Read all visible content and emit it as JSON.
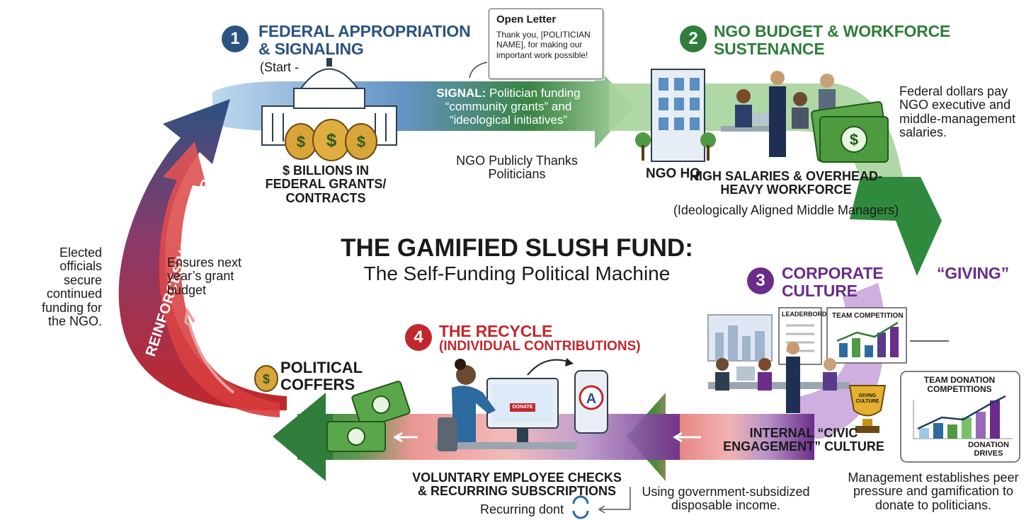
{
  "title": {
    "main": "THE GAMIFIED SLUSH FUND:",
    "sub": "The Self-Funding Political Machine"
  },
  "step1": {
    "num": "1",
    "heading": "FEDERAL APPROPRIATION & SIGNALING",
    "note": "(Start -",
    "caption": "$ BILLIONS IN FEDERAL GRANTS/ CONTRACTS"
  },
  "signal": {
    "label": "SIGNAL:",
    "text": "Politician funding “community grants” and “ideological initiatives”",
    "thanks": "NGO Publicly Thanks Politicians"
  },
  "letter": {
    "title": "Open Letter",
    "body": "Thank you, [POLITICIAN NAME], for making our important work possible!"
  },
  "step2": {
    "num": "2",
    "heading": "NGO BUDGET & WORKFORCE SUSTENANCE",
    "hq": "NGO HQ",
    "caption": "HIGH SALARIES & OVERHEAD-HEAVY WORKFORCE",
    "sub": "(Ideologically Aligned Middle Managers)",
    "side": "Federal dollars pay NGO executive and middle-management salaries."
  },
  "step3": {
    "num": "3",
    "heading": "CORPORATE CULTURE",
    "giving": "“GIVING”",
    "leaderboard": "LEADERBORD",
    "team_comp": "TEAM COMPETITION",
    "trophy": "GIVING CULTURE",
    "culture": "INTERNAL “CIVIC ENGAGEMENT” CULTURE",
    "income": "Using government-subsidized disposable income.",
    "chart_title": "TEAM DONATION COMPETITIONS",
    "chart_label": "DONATION DRIVES",
    "mgmt": "Management establishes peer pressure and gamification to donate to politicians."
  },
  "step4": {
    "num": "4",
    "heading": "THE RECYCLE",
    "sub": "(INDIVIDUAL CONTRIBUTIONS)",
    "screen": "DONATE",
    "checks": "VOLUNTARY EMPLOYEE CHECKS & RECURRING SUBSCRIPTIONS",
    "recurring": "Recurring dont"
  },
  "coffers": "POLITICAL COFFERS",
  "left": {
    "vertical": "REINFORCES/VOTES FOR",
    "elected": "Elected officials secure continued funding for the NGO.",
    "ensures": "Ensures next year’s grant budget"
  },
  "colors": {
    "blue": "#2c5282",
    "green": "#2f7d3a",
    "purple": "#6b2c8a",
    "red": "#c0282d"
  }
}
